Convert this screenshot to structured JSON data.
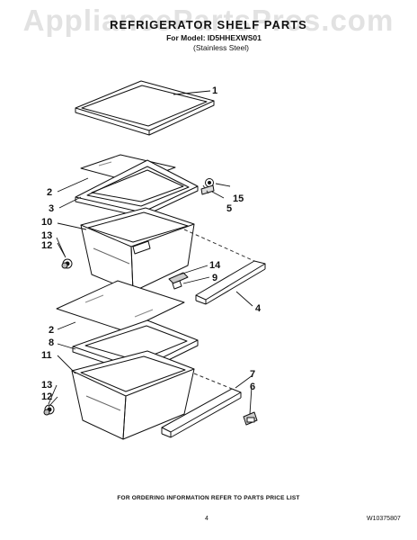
{
  "watermark": "AppliancePartsPros.com",
  "header": {
    "title": "REFRIGERATOR SHELF PARTS",
    "model": "For Model: ID5HHEXWS01",
    "finish": "(Stainless Steel)"
  },
  "callouts": {
    "c1": "1",
    "c2a": "2",
    "c15": "15",
    "c5": "5",
    "c3": "3",
    "c10": "10",
    "c13a": "13",
    "c12a": "12",
    "c14": "14",
    "c9": "9",
    "c4": "4",
    "c2b": "2",
    "c8": "8",
    "c11": "11",
    "c7": "7",
    "c6": "6",
    "c13b": "13",
    "c12b": "12"
  },
  "footer": {
    "note": "FOR ORDERING INFORMATION REFER TO PARTS PRICE LIST",
    "page": "4",
    "doc_number": "W10375807"
  }
}
